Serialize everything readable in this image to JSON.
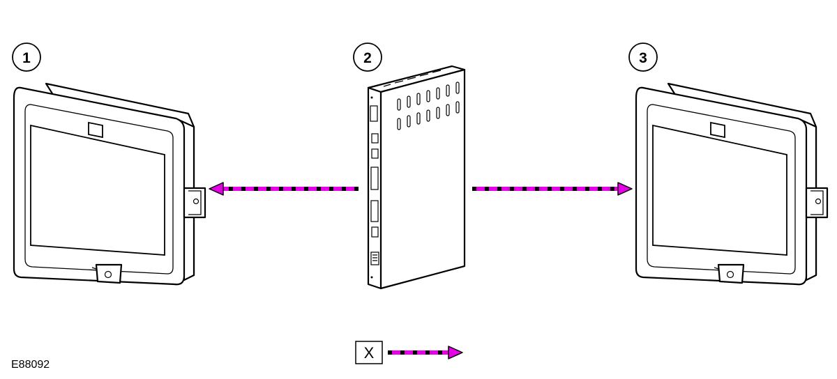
{
  "callouts": [
    "1",
    "2",
    "3"
  ],
  "reference_code": "E88092",
  "legend": {
    "key_letter": "X"
  },
  "colors": {
    "signal_magenta": "#e600e6",
    "signal_dash": "#000000",
    "line": "#000000",
    "background": "#ffffff"
  },
  "icons": [
    "display-unit-icon",
    "control-module-icon",
    "signal-arrow-icon"
  ]
}
